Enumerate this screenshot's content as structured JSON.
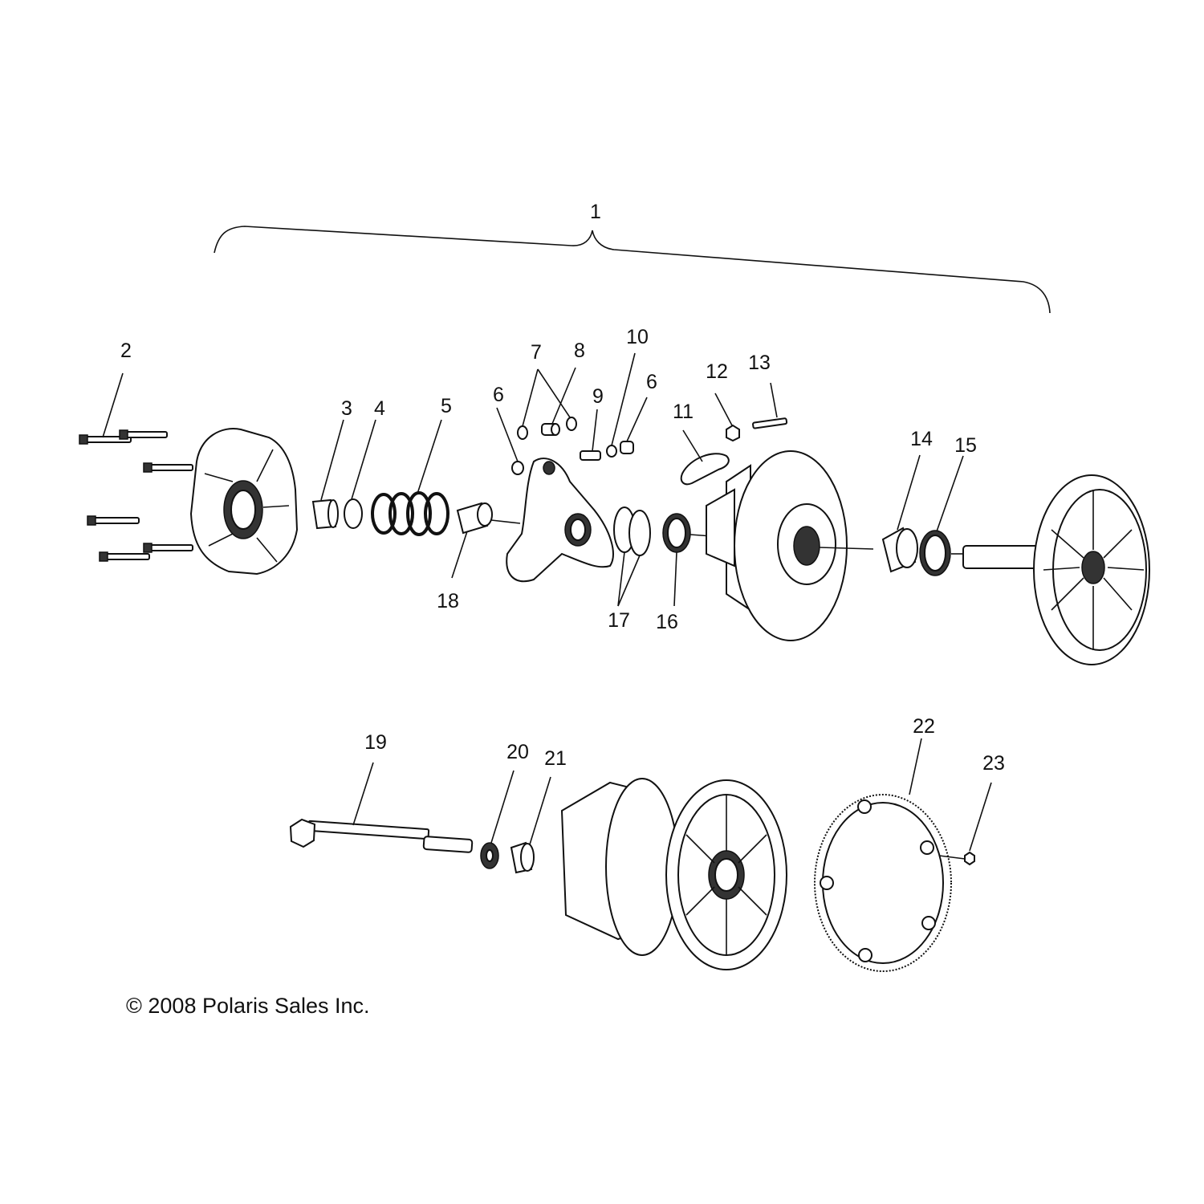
{
  "callouts": {
    "c1": "1",
    "c2": "2",
    "c3": "3",
    "c4": "4",
    "c5": "5",
    "c6a": "6",
    "c6b": "6",
    "c7": "7",
    "c8": "8",
    "c9": "9",
    "c10": "10",
    "c11": "11",
    "c12": "12",
    "c13": "13",
    "c14": "14",
    "c15": "15",
    "c16": "16",
    "c17": "17",
    "c18": "18",
    "c19": "19",
    "c20": "20",
    "c21": "21",
    "c22": "22",
    "c23": "23"
  },
  "copyright": "© 2008 Polaris Sales Inc."
}
